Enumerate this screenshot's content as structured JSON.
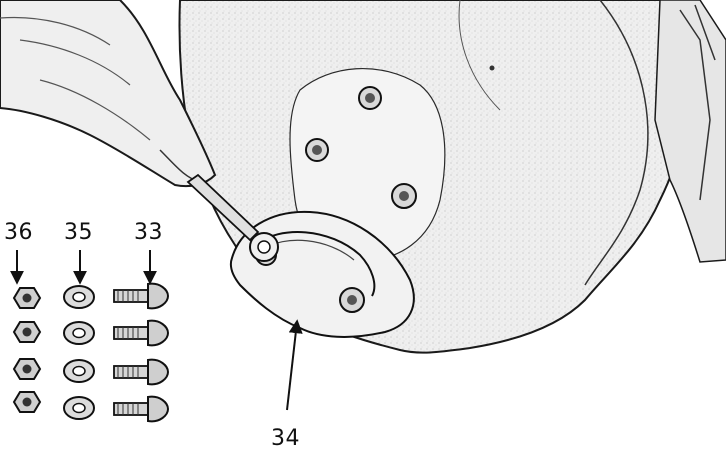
{
  "callouts": {
    "part_36": "36",
    "part_35": "35",
    "part_33": "33",
    "part_34": "34"
  },
  "colors": {
    "ink": "#1a1a1a",
    "shade": "#e9e9e9",
    "paper": "#ffffff"
  },
  "icons": [
    "hand-icon",
    "wrench-icon",
    "nut-icon",
    "washer-icon",
    "carriage-bolt-icon",
    "arrow-icon"
  ]
}
